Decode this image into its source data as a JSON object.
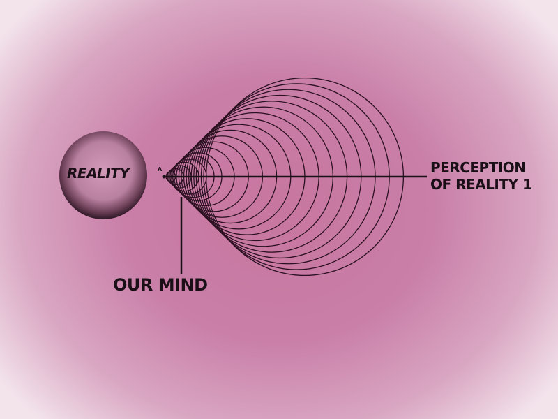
{
  "labels": {
    "reality": "REALITY",
    "perception_line1": "PERCEPTION",
    "perception_line2": "OF REALITY 1",
    "our_mind": "OUR MIND",
    "apex": "A"
  },
  "colors": {
    "background": "#c7769f",
    "ink": "#1a0f16",
    "sphere_rim": "#3a1f30"
  }
}
